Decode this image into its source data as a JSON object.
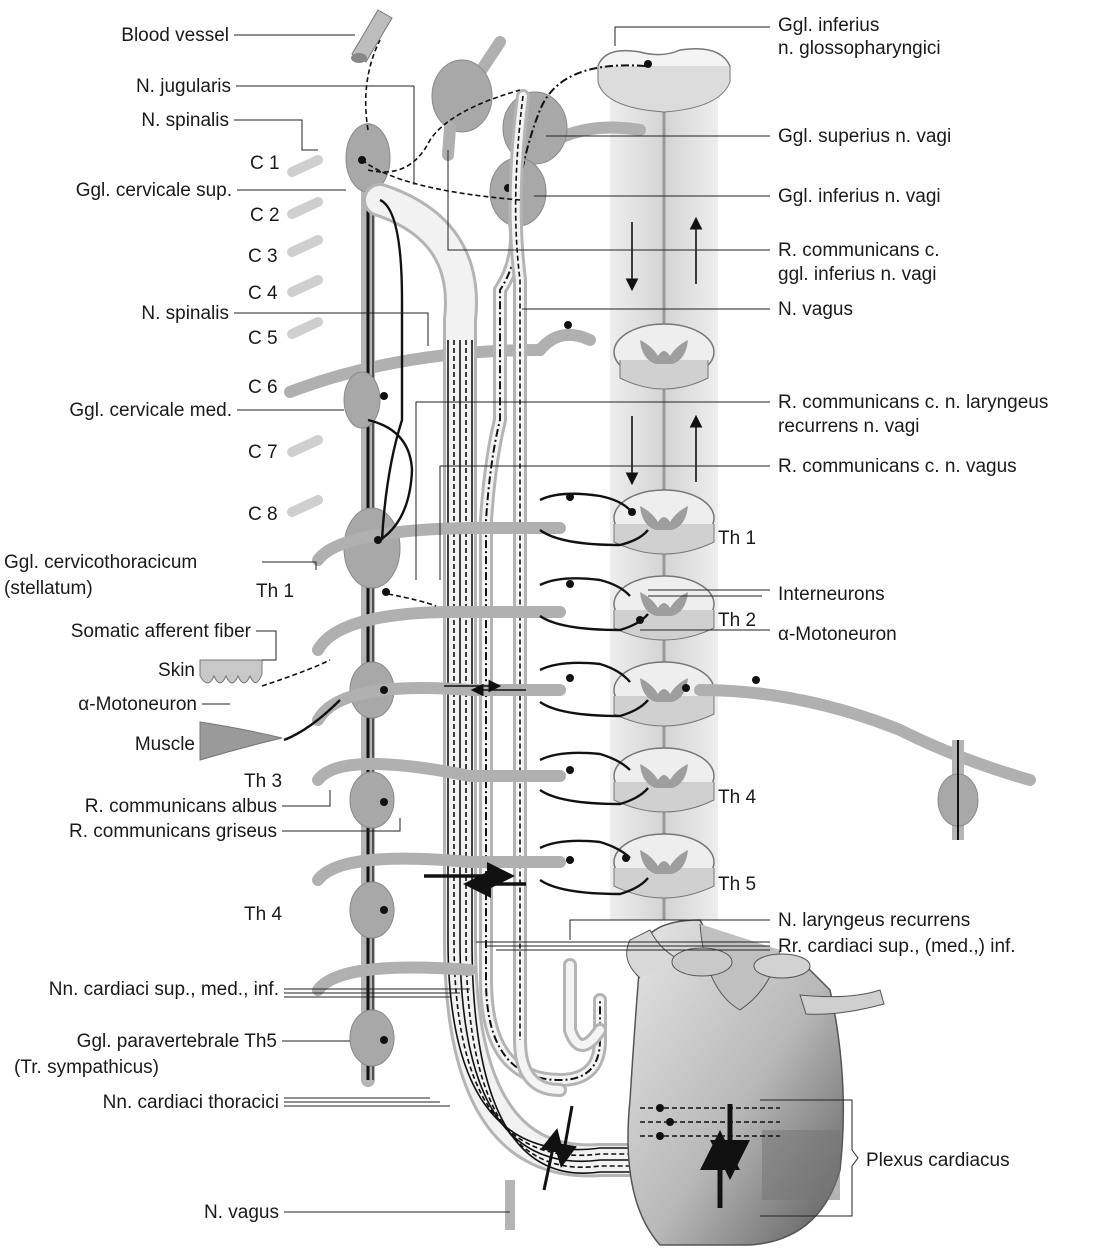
{
  "labels_left": {
    "blood_vessel": "Blood vessel",
    "n_jugularis": "N. jugularis",
    "n_spinalis_1": "N. spinalis",
    "ggl_cervicale_sup": "Ggl. cervicale sup.",
    "n_spinalis_2": "N. spinalis",
    "ggl_cervicale_med": "Ggl. cervicale med.",
    "ggl_cervicothoracicum": "Ggl. cervicothoracicum",
    "stellatum": "(stellatum)",
    "somatic_afferent": "Somatic afferent fiber",
    "skin": "Skin",
    "alpha_motoneuron": "α-Motoneuron",
    "muscle": "Muscle",
    "r_comm_albus": "R. communicans albus",
    "r_comm_griseus": "R. communicans griseus",
    "nn_cardiaci_sup": "Nn. cardiaci sup., med., inf.",
    "ggl_paravertebrale": "Ggl. paravertebrale Th5",
    "tr_sympathicus": "(Tr. sympathicus)",
    "nn_cardiaci_thoracici": "Nn. cardiaci thoracici",
    "n_vagus_bottom": "N. vagus"
  },
  "segment_labels": {
    "c1": "C 1",
    "c2": "C 2",
    "c3": "C 3",
    "c4": "C 4",
    "c5": "C 5",
    "c6": "C 6",
    "c7": "C 7",
    "c8": "C 8",
    "th1_left": "Th 1",
    "th3_left": "Th 3",
    "th4_left": "Th 4",
    "th1_right": "Th 1",
    "th2_right": "Th 2",
    "th4_right": "Th 4",
    "th5_right": "Th 5"
  },
  "labels_right": {
    "ggl_inferius_gloss_1": "Ggl. inferius",
    "ggl_inferius_gloss_2": "n. glossopharyngici",
    "ggl_superius_vagi": "Ggl. superius n. vagi",
    "ggl_inferius_vagi": "Ggl. inferius n. vagi",
    "r_comm_ggl_1": "R. communicans c.",
    "r_comm_ggl_2": "ggl. inferius n. vagi",
    "n_vagus": "N. vagus",
    "r_comm_laryngeus_1": "R. communicans c. n. laryngeus",
    "r_comm_laryngeus_2": "recurrens n. vagi",
    "r_comm_n_vagus": "R. communicans c. n. vagus",
    "interneurons": "Interneurons",
    "alpha_motoneuron": "α-Motoneuron",
    "n_laryngeus_recurrens": "N. laryngeus recurrens",
    "rr_cardiaci": "Rr. cardiaci sup., (med.,) inf.",
    "plexus_cardiacus": "Plexus cardiacus"
  },
  "colors": {
    "ink": "#111111",
    "structure_gray": "#b4b4b4",
    "cord_light": "#d6d6d6",
    "heart_dark": "#6e6e6e"
  }
}
